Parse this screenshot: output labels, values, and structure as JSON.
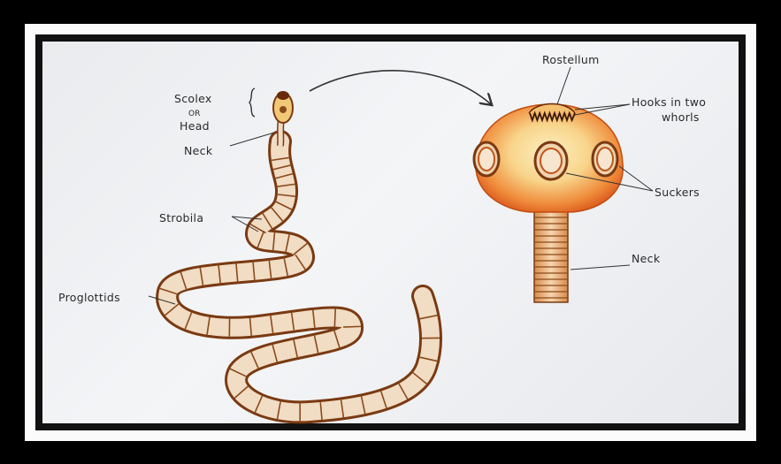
{
  "diagram": {
    "labels": {
      "scolex": "Scolex",
      "or": "OR",
      "head": "Head",
      "neck_left": "Neck",
      "strobila": "Strobila",
      "proglottids": "Proglottids",
      "rostellum": "Rostellum",
      "hooks_line1": "Hooks in two",
      "hooks_line2": "whorls",
      "suckers": "Suckers",
      "neck_right": "Neck"
    },
    "colors": {
      "segment_fill": "#f1dcc4",
      "segment_stroke": "#7a3a12",
      "head_core": "#fbe7b0",
      "head_edge": "#e8621c",
      "sucker": "#c0561a",
      "line": "#333333"
    }
  }
}
